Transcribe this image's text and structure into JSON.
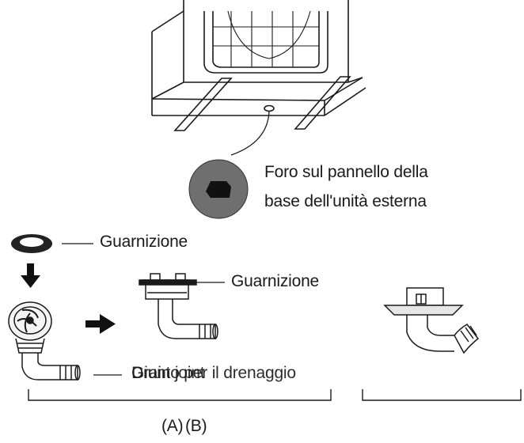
{
  "labels": {
    "hole_line1": "Foro sul pannello della",
    "hole_line2": "base dell'unità esterna",
    "gasket_top": "Guarnizione",
    "gasket_mid": "Guarnizione",
    "drain_joint": "Drain joint",
    "drain_joint_overlap": "Giunto per il drenaggio",
    "caption_a": "(A)",
    "caption_b": "(B)"
  },
  "icons": {
    "outdoor_unit": "outdoor-unit-base",
    "hole": "base-hole-magnified",
    "gasket": "rubber-gasket",
    "arrow_down": "arrow-down",
    "arrow_right": "arrow-right",
    "drain_joint": "drain-joint-elbow"
  },
  "colors": {
    "ink": "#1a1a1a",
    "hole_fill": "#6f6f6f",
    "background": "#ffffff"
  }
}
